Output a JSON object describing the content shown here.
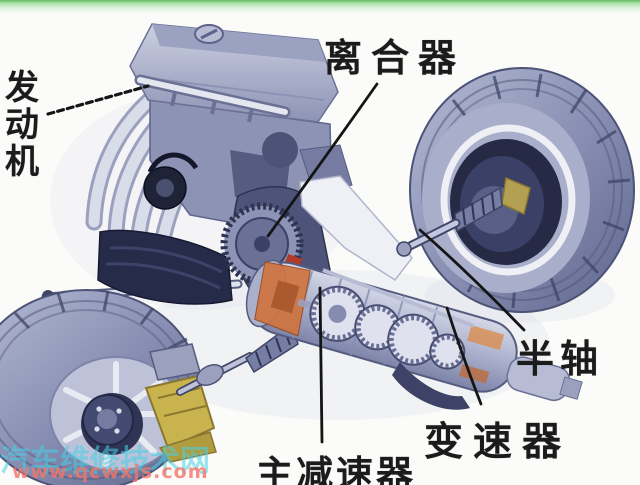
{
  "callouts": {
    "engine": "发动机",
    "clutch": "离合器",
    "half_shaft": "半轴",
    "transmission": "变速器",
    "final_drive": "主减速器"
  },
  "watermark": {
    "site_name": "汽车维修技术网",
    "site_url": "www.qcwxjs.com"
  },
  "colors": {
    "top_strip_green": "#63bd63",
    "label_text": "#1b1b1b",
    "watermark_name_cyan": "#48d0e8",
    "watermark_url_red": "#f47468",
    "metal_light": "#dfe2ee",
    "metal_mid": "#9aa0bd",
    "metal_dark": "#565c80",
    "tire_blue": "#858cb0",
    "cutaway_orange": "#cf7440",
    "caliper_yellow": "#c9b34e",
    "dark_navy": "#262b49"
  }
}
